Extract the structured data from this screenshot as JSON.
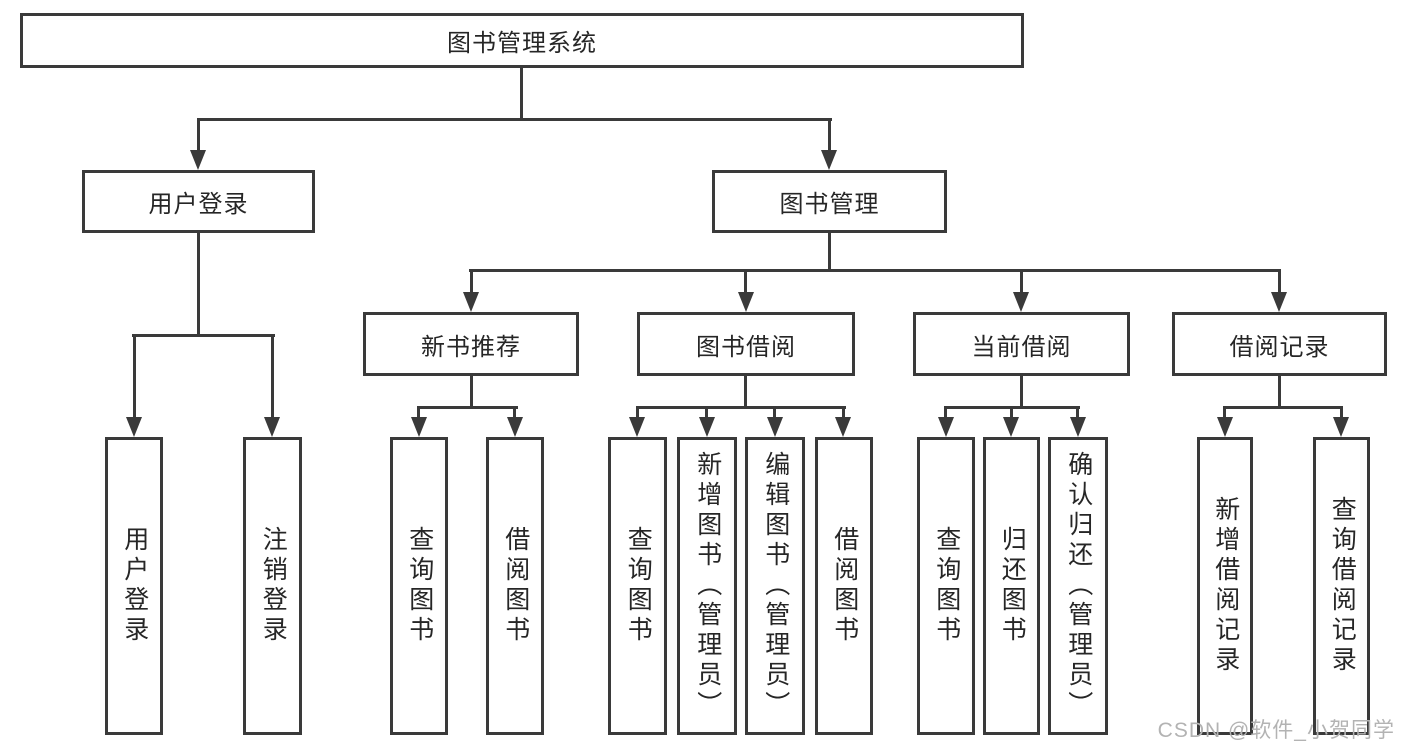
{
  "root": {
    "label": "图书管理系统"
  },
  "level2": {
    "user_login": "用户登录",
    "book_mgmt": "图书管理"
  },
  "level3": {
    "new_books": "新书推荐",
    "borrowing": "图书借阅",
    "current": "当前借阅",
    "records": "借阅记录"
  },
  "leaves": {
    "user_login": [
      "用户登录",
      "注销登录"
    ],
    "new_books": [
      "查询图书",
      "借阅图书"
    ],
    "borrowing": [
      "查询图书",
      "新增图书（管理员）",
      "编辑图书（管理员）",
      "借阅图书"
    ],
    "current": [
      "查询图书",
      "归还图书",
      "确认归还（管理员）"
    ],
    "records": [
      "新增借阅记录",
      "查询借阅记录"
    ]
  },
  "watermark": "CSDN @软件_小贺同学",
  "colors": {
    "line": "#3a3a3a",
    "text": "#262626",
    "watermark": "#b3b3b3"
  }
}
